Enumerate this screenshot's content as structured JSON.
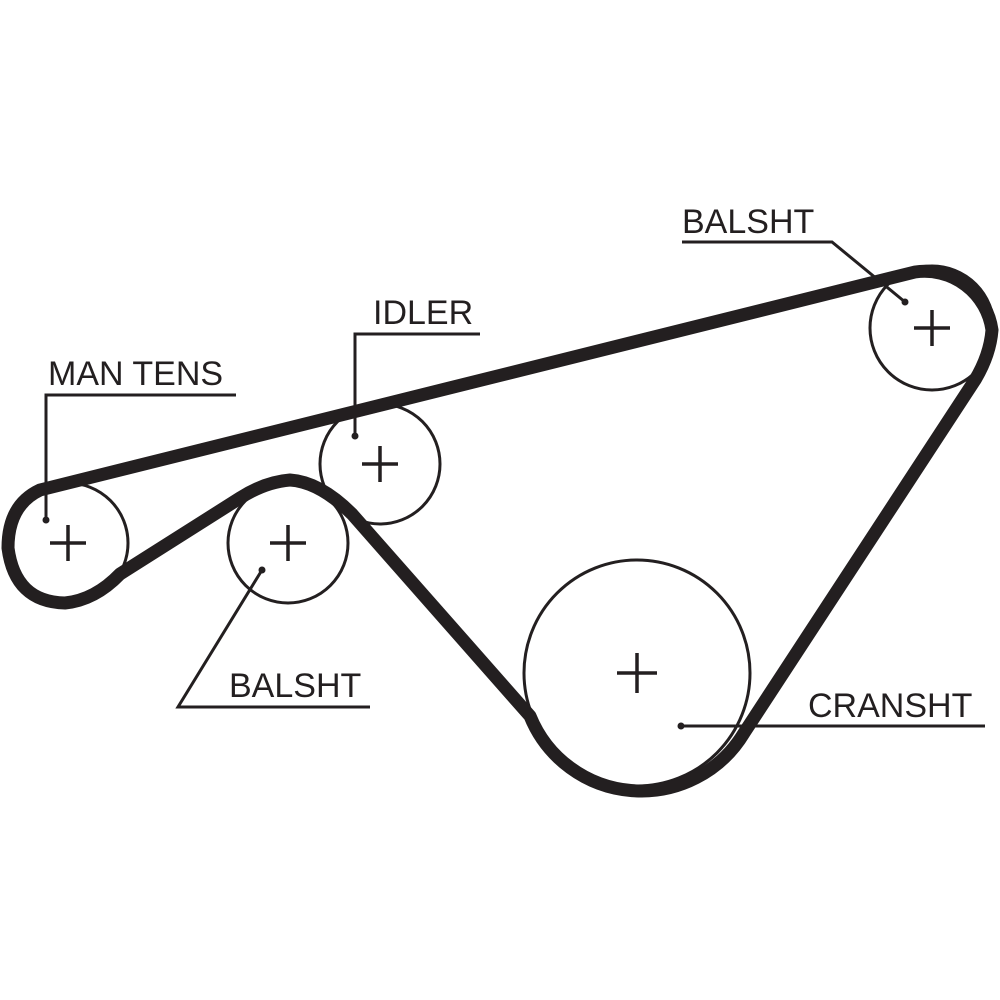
{
  "diagram": {
    "title": "",
    "type": "timing-belt-routing",
    "colors": {
      "ink": "#231f20",
      "background": "#ffffff"
    },
    "pulleys": [
      {
        "id": "man-tens",
        "label": "MAN TENS",
        "role": "manual tensioner"
      },
      {
        "id": "balsht-left",
        "label": "BALSHT",
        "role": "balance shaft"
      },
      {
        "id": "idler",
        "label": "IDLER",
        "role": "idler pulley"
      },
      {
        "id": "cranshaft",
        "label": "CRANSHT",
        "role": "crankshaft"
      },
      {
        "id": "balsht-right",
        "label": "BALSHT",
        "role": "balance shaft"
      }
    ]
  }
}
